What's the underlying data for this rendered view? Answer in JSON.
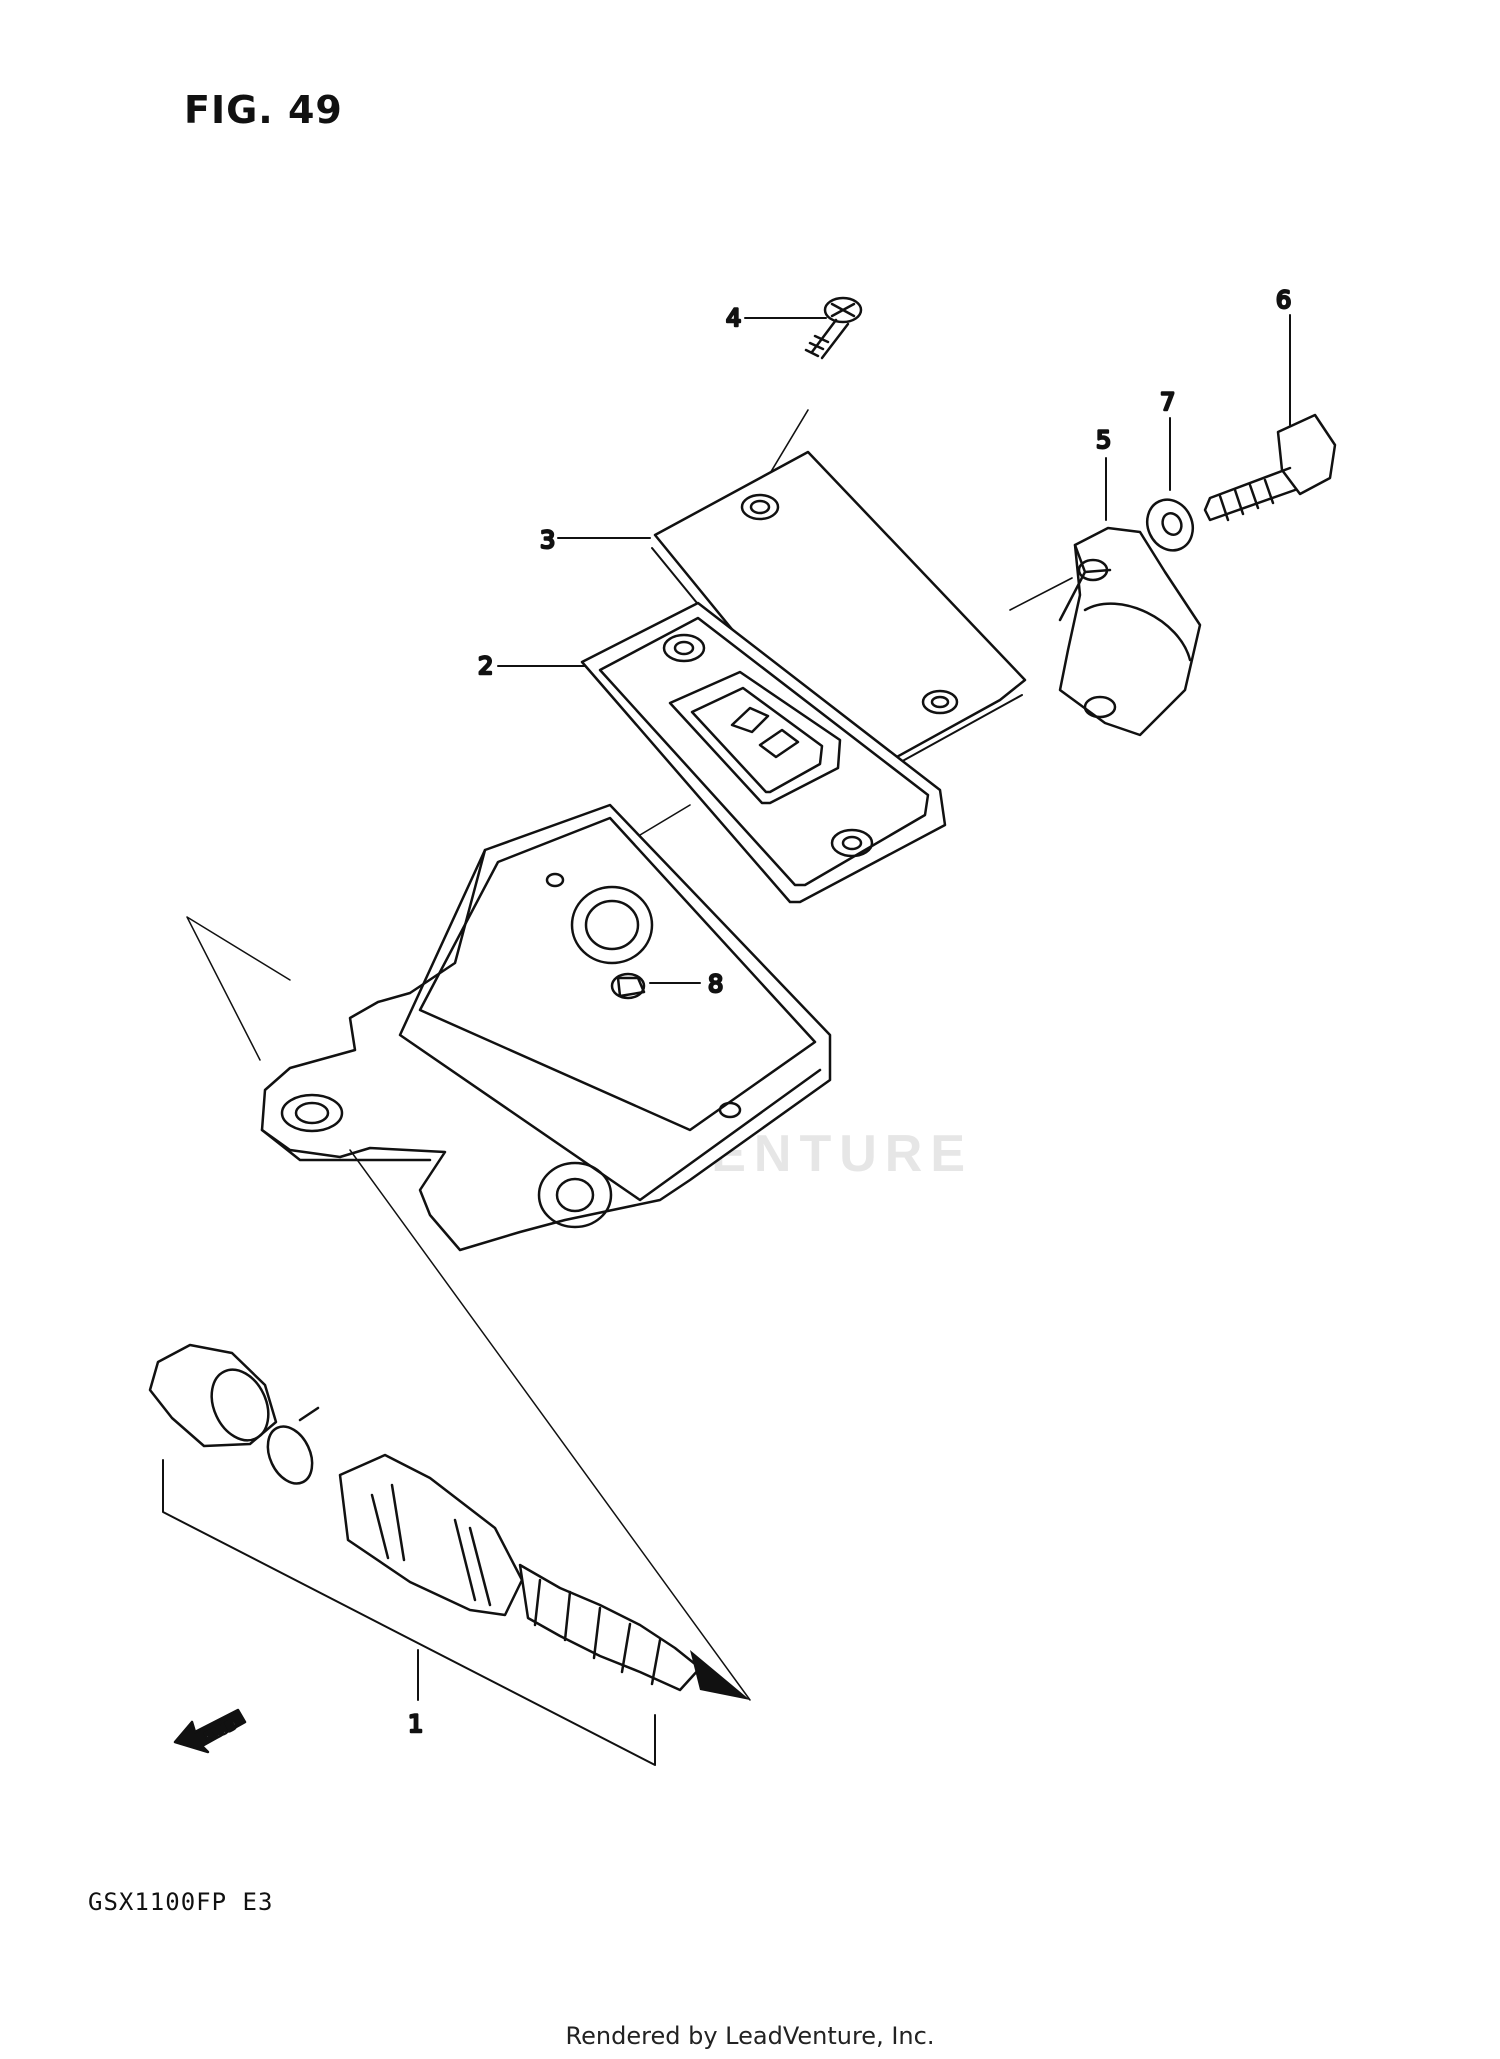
{
  "figure": {
    "title": "FIG. 49",
    "model": "GSX1100FP  E3",
    "footer": "Rendered by LeadVenture, Inc.",
    "watermark": "LEADVENTURE"
  },
  "callouts": [
    {
      "id": "1",
      "label": "1"
    },
    {
      "id": "2",
      "label": "2"
    },
    {
      "id": "3",
      "label": "3"
    },
    {
      "id": "4",
      "label": "4"
    },
    {
      "id": "5",
      "label": "5"
    },
    {
      "id": "6",
      "label": "6"
    },
    {
      "id": "7",
      "label": "7"
    },
    {
      "id": "8",
      "label": "8"
    }
  ],
  "fwd_badge": {
    "label": "FWD"
  },
  "icons": {
    "fwd_arrow": "fwd-arrow-icon"
  }
}
